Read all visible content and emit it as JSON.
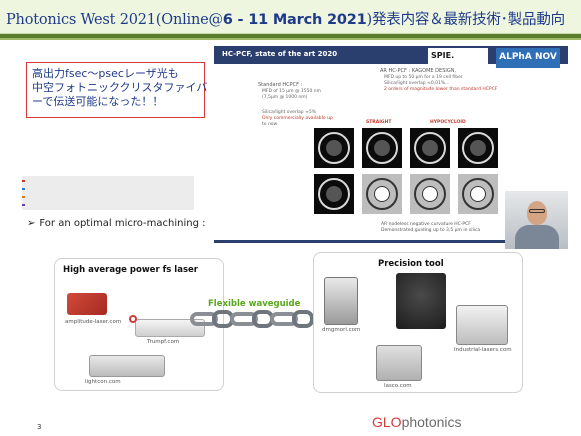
{
  "title": {
    "prefix": "Photonics West 2021(Online@",
    "bold": "6 - 11 March 2021",
    "suffix": ")発表内容＆最新技術･製品動向"
  },
  "callout": {
    "lines": [
      "高出力fsec〜psecレーザ光も",
      "中空フォトニッククリスタファイバ",
      "ーで伝送可能になった！！"
    ]
  },
  "slide": {
    "header": "HC-PCF, state of the art 2020",
    "spie_logo": "SPIE.",
    "alphanov_logo": "ALPhA NOV",
    "col1_title": "Standard HCPCF :",
    "col1_lines": [
      "MFD of 15 µm @ 1550 nm",
      "(7,5µm @ 1000 nm)"
    ],
    "col1_notes": [
      "Silica/light overlap ≈5%",
      "Only commercially available up",
      "to now"
    ],
    "col2_title": "AR HC-PCF : KAGOME DESIGN,",
    "col2_lines": [
      "MFD up to 50 µm for a 19 cell fiber",
      "Silica/light overlap ≈0,01%...",
      "2 orders of magnitude lower than standard HCPCF"
    ],
    "fiber_labels": [
      "STRAIGHT",
      "HYPOCYCLOID"
    ],
    "bottom_note": [
      "AR nodeless negative curvature HC-PCF",
      "Demonstrated guiding up to 3,5 µm in silica"
    ]
  },
  "bullet": "For an optimal micro-machining :",
  "diagram": {
    "left_title": "High average power fs laser",
    "right_title": "Precision tool",
    "middle_label": "Flexible waveguide",
    "left_products": [
      "amplitude-laser.com",
      "Trumpf.com",
      "lightcon.com"
    ],
    "right_products": [
      "dmgmori.com",
      "Industrial-lasers.com",
      "lasco.com"
    ]
  },
  "footer": {
    "page_number": "3",
    "logo_glo": "GLO",
    "logo_rest": "photonics"
  },
  "colors": {
    "title_text": "#1f3a8a",
    "accent_green": "#5a7d2b",
    "callout_border": "#d23a3a",
    "flex_label": "#58a81c"
  }
}
